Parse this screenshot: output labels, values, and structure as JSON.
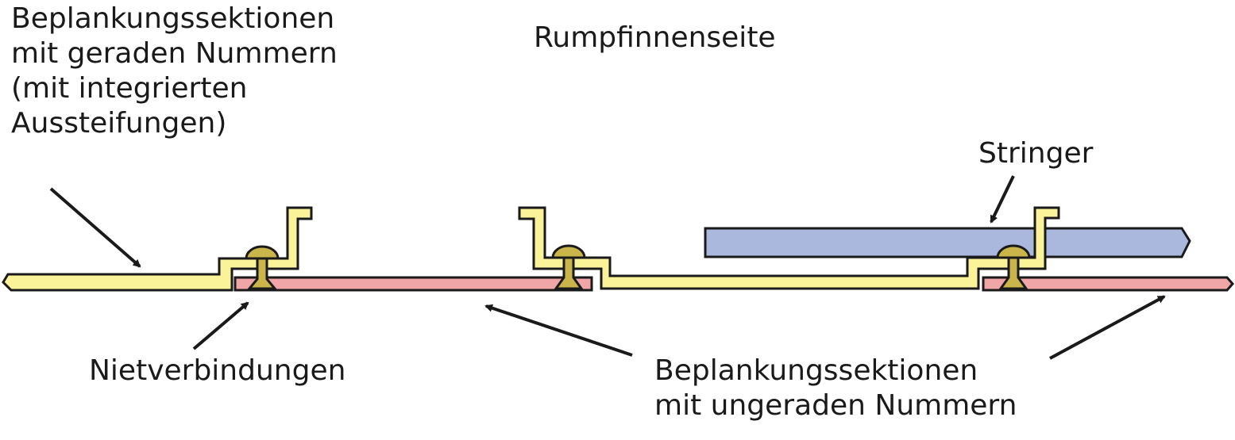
{
  "labels": {
    "even_sections": [
      "Beplankungssektionen",
      "mit geraden Nummern",
      "(mit integrierten",
      "Aussteifungen)"
    ],
    "inner_side": "Rumpfinnenseite",
    "stringer": "Stringer",
    "rivets": "Nietverbindungen",
    "odd_sections": [
      "Beplankungssektionen",
      "mit ungeraden Nummern"
    ]
  },
  "colors": {
    "even_section_fill": "#faf39a",
    "odd_section_fill": "#f0a6a6",
    "stringer_fill": "#a9b8dc",
    "rivet_fill": "#c9b54a",
    "outline": "#1a1a1a"
  }
}
